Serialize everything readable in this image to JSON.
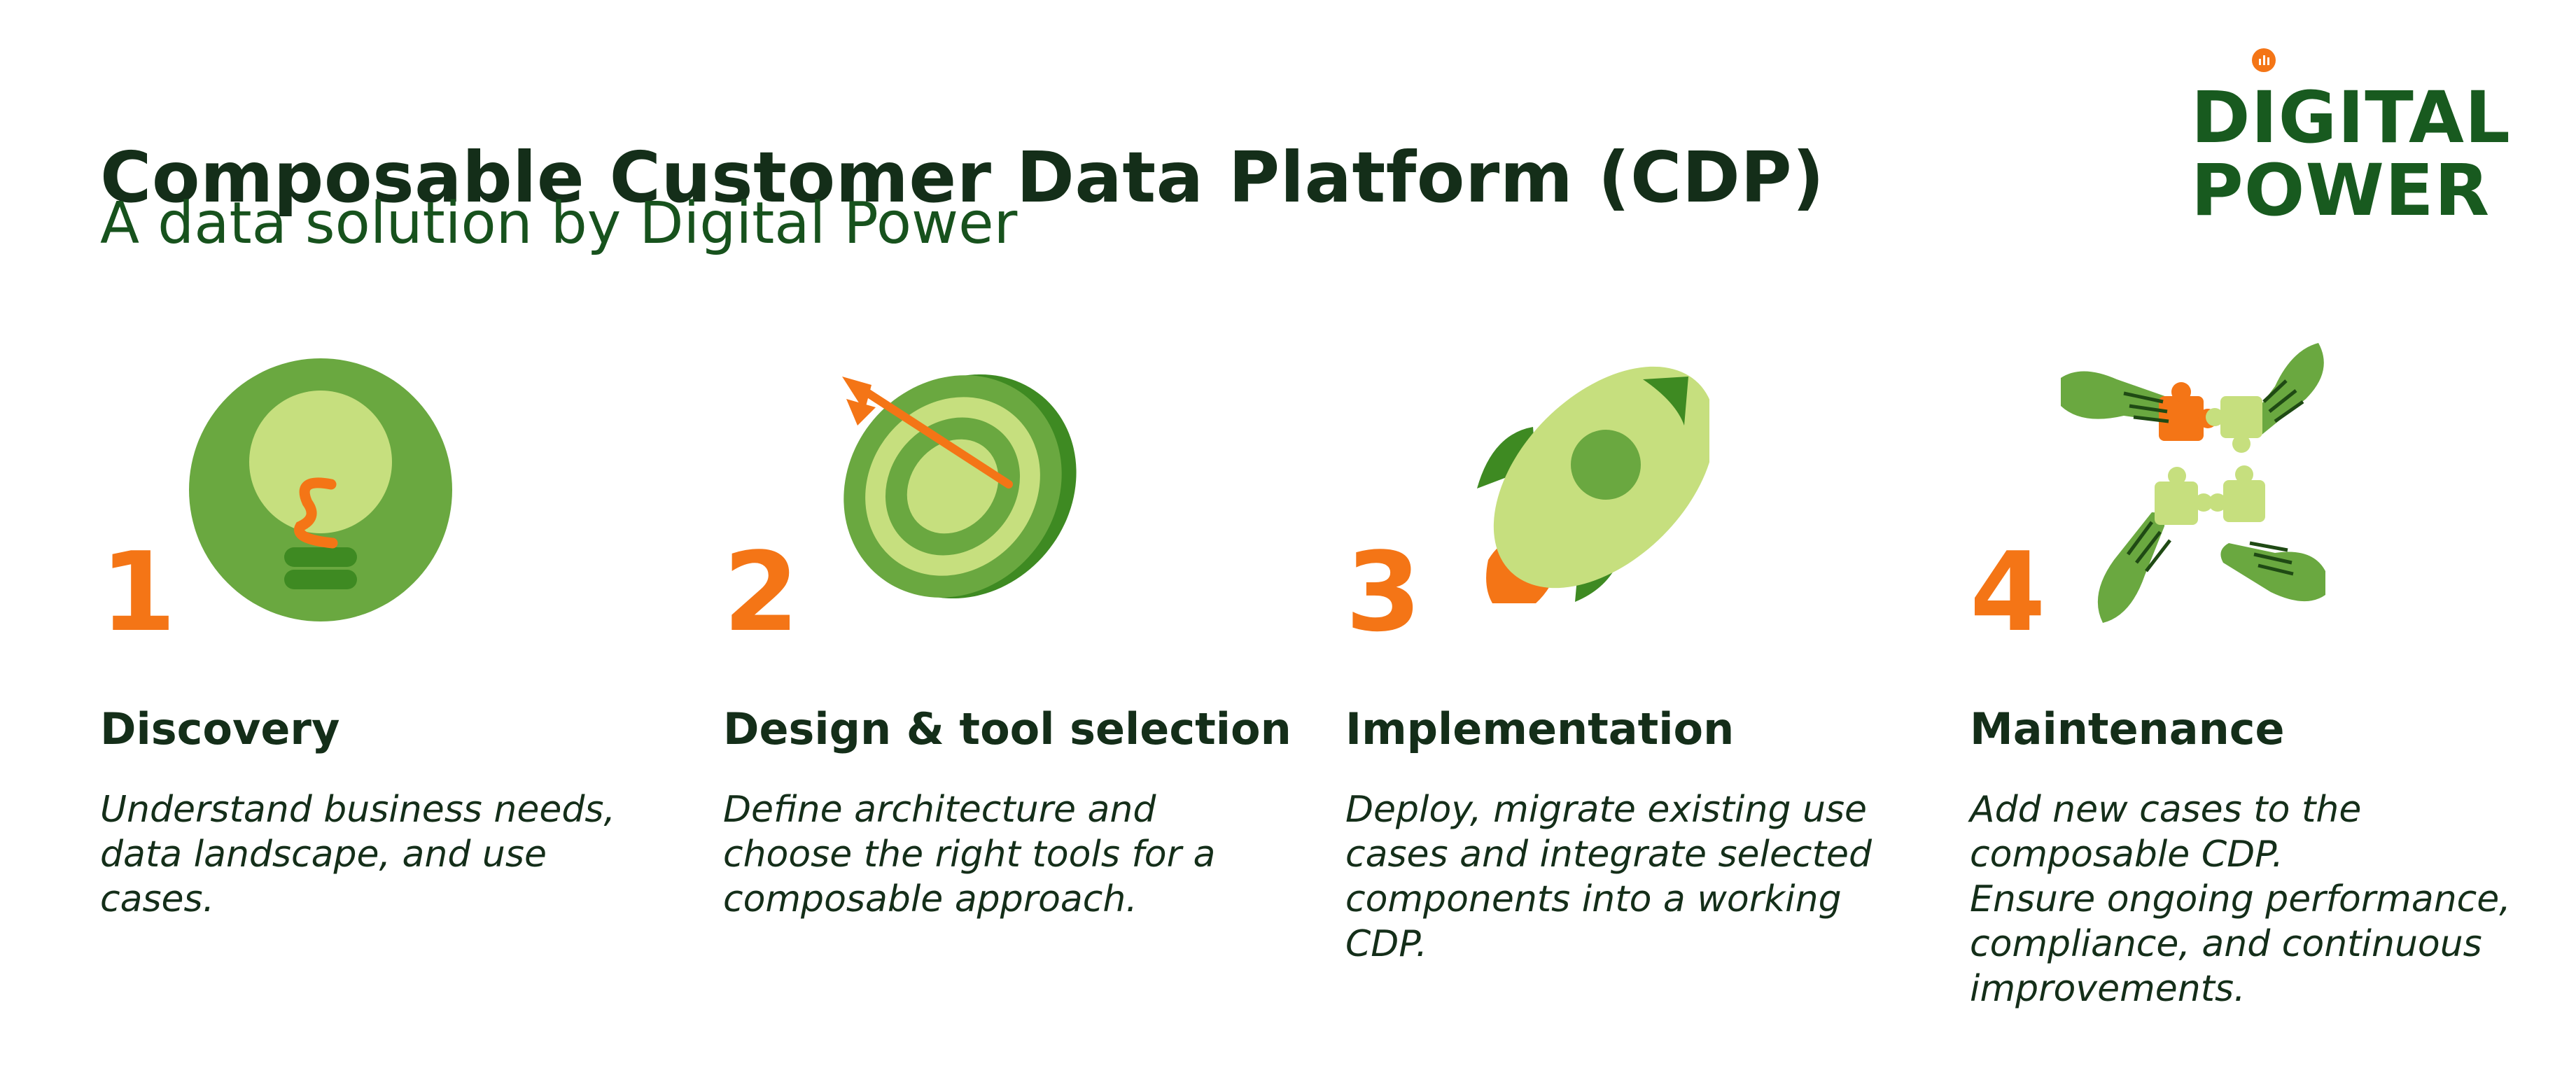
{
  "header": {
    "title": "Composable Customer Data Platform (CDP)",
    "subtitle": "A data solution by Digital Power"
  },
  "logo": {
    "line1": "DIGITAL",
    "line2": "POWER",
    "color": "#185a1f",
    "accent": "#f47516"
  },
  "colors": {
    "dark_text": "#142e19",
    "number_orange": "#f47516",
    "green_dark": "#3e8a22",
    "green_mid": "#6aa840",
    "green_light": "#c6df7e"
  },
  "steps": [
    {
      "number": "1",
      "icon": "lightbulb-icon",
      "title": "Discovery",
      "description": [
        "Understand business needs,",
        "data landscape, and use",
        "cases."
      ]
    },
    {
      "number": "2",
      "icon": "target-icon",
      "title": "Design & tool selection",
      "description": [
        "Define architecture and",
        "choose the right tools for a",
        "composable approach."
      ]
    },
    {
      "number": "3",
      "icon": "rocket-icon",
      "title": "Implementation",
      "description": [
        "Deploy, migrate existing use",
        "cases and integrate selected",
        "components into a working",
        "CDP."
      ]
    },
    {
      "number": "4",
      "icon": "puzzle-hands-icon",
      "title": "Maintenance",
      "description": [
        "Add new cases to the",
        "composable CDP.",
        "Ensure ongoing performance,",
        "compliance, and continuous",
        "improvements."
      ]
    }
  ]
}
